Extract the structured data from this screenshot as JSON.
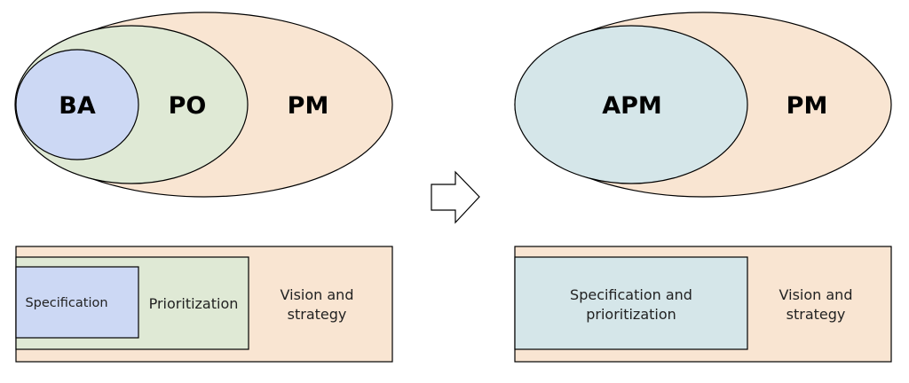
{
  "colors": {
    "pm_fill": "#f9e5d2",
    "po_fill": "#dfe9d5",
    "ba_fill": "#ccd8f4",
    "apm_fill": "#d5e6e9",
    "stroke": "#000000"
  },
  "left": {
    "venn": {
      "ba_label": "BA",
      "po_label": "PO",
      "pm_label": "PM"
    },
    "boxes": {
      "specification": "Specification",
      "prioritization": "Prioritization",
      "vision_line1": "Vision and",
      "vision_line2": "strategy"
    }
  },
  "arrow": {
    "icon": "right-arrow-icon"
  },
  "right": {
    "venn": {
      "apm_label": "APM",
      "pm_label": "PM"
    },
    "boxes": {
      "spec_prio_line1": "Specification and",
      "spec_prio_line2": "prioritization",
      "vision_line1": "Vision and",
      "vision_line2": "strategy"
    }
  }
}
